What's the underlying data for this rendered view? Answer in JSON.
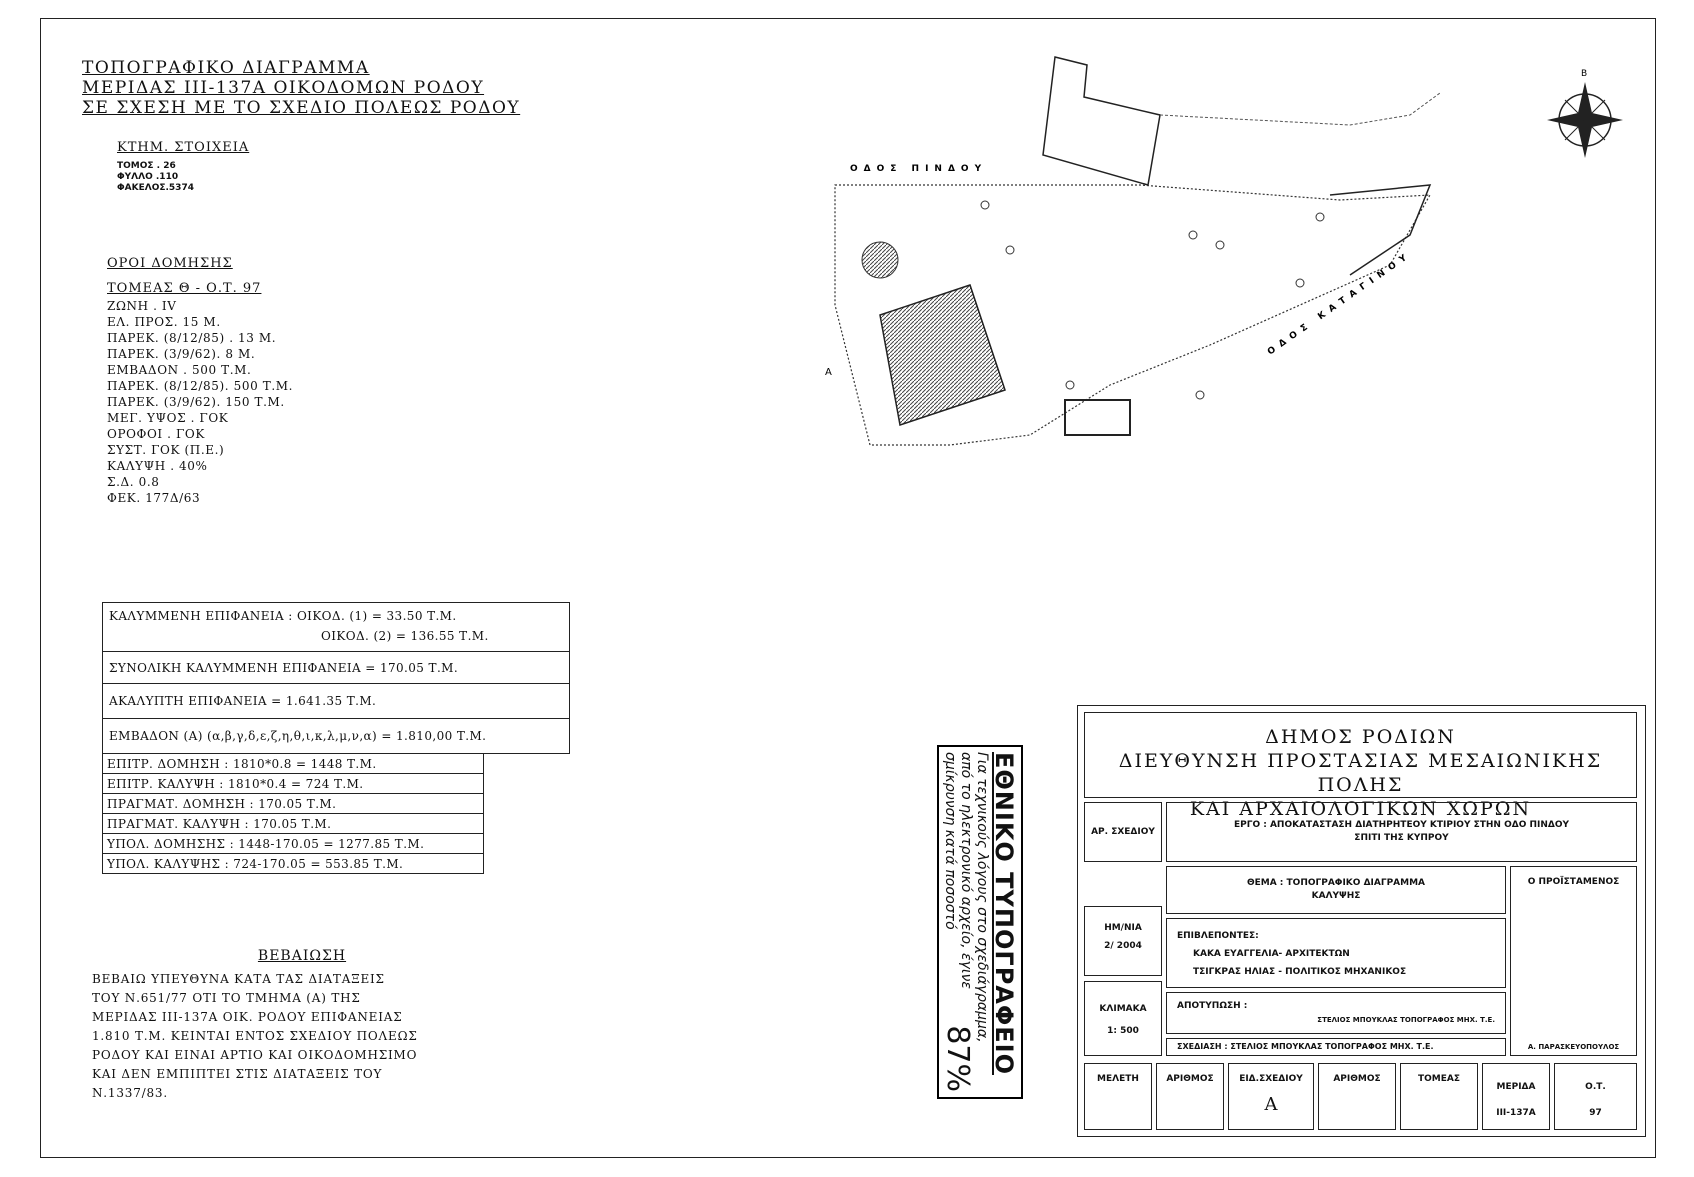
{
  "title": {
    "line1": "ΤΟΠΟΓΡΑΦΙΚΟ ΔΙΑΓΡΑΜΜΑ",
    "line2": "ΜΕΡΙΔΑΣ ΙΙΙ-137Α ΟΙΚΟΔΟΜΩΝ ΡΟΔΟΥ",
    "line3": "ΣΕ ΣΧΕΣΗ ΜΕ ΤΟ ΣΧΕΔΙΟ ΠΟΛΕΩΣ ΡΟΔΟΥ"
  },
  "ktim": {
    "heading": "ΚΤΗΜ. ΣΤΟΙΧΕΙΑ",
    "tomos": "ΤΟΜΟΣ . 26",
    "fyllo": "ΦΥΛΛΟ .110",
    "fakelos": "ΦΑΚΕΛΟΣ.5374"
  },
  "oroi": {
    "heading": "ΟΡΟΙ ΔΟΜΗΣΗΣ",
    "subheading": "ΤΟΜΕΑΣ Θ - Ο.Τ. 97",
    "lines": [
      "ΖΩΝΗ . IV",
      "ΕΛ. ΠΡΟΣ. 15 Μ.",
      "ΠΑΡΕΚ. (8/12/85) . 13 Μ.",
      "ΠΑΡΕΚ. (3/9/62). 8 Μ.",
      "ΕΜΒΑΔΟΝ . 500 Τ.Μ.",
      "ΠΑΡΕΚ. (8/12/85). 500 Τ.Μ.",
      "ΠΑΡΕΚ. (3/9/62). 150 Τ.Μ.",
      "ΜΕΓ. ΥΨΟΣ . ΓΟΚ",
      "ΟΡΟΦΟΙ . ΓΟΚ",
      "ΣΥΣΤ. ΓΟΚ (Π.Ε.)",
      "ΚΑΛΥΨΗ . 40%",
      "Σ.Δ. 0.8",
      "ΦΕΚ. 177Δ/63"
    ]
  },
  "areas": {
    "row1a": "ΚΑΛΥΜΜΕΝΗ ΕΠΙΦΑΝΕΙΑ : ΟΙΚΟΔ. (1) = 33.50 Τ.Μ.",
    "row1b": "ΟΙΚΟΔ. (2) = 136.55 Τ.Μ.",
    "row2": "ΣΥΝΟΛΙΚΗ ΚΑΛΥΜΜΕΝΗ ΕΠΙΦΑΝΕΙΑ = 170.05 Τ.Μ.",
    "row3": "ΑΚΑΛΥΠΤΗ ΕΠΙΦΑΝΕΙΑ = 1.641.35 Τ.Μ.",
    "row4": "ΕΜΒΑΔΟΝ (Α) (α,β,γ,δ,ε,ζ,η,θ,ι,κ,λ,μ,ν,α) = 1.810,00 Τ.Μ."
  },
  "calcs": [
    "ΕΠΙΤΡ. ΔΟΜΗΣΗ : 1810*0.8 = 1448 Τ.Μ.",
    "ΕΠΙΤΡ. ΚΑΛΥΨΗ : 1810*0.4 = 724 Τ.Μ.",
    "ΠΡΑΓΜΑΤ. ΔΟΜΗΣΗ : 170.05 Τ.Μ.",
    "ΠΡΑΓΜΑΤ. ΚΑΛΥΨΗ : 170.05 Τ.Μ.",
    "ΥΠΟΛ. ΔΟΜΗΣΗΣ : 1448-170.05 = 1277.85 Τ.Μ.",
    "ΥΠΟΛ. ΚΑΛΥΨΗΣ : 724-170.05 = 553.85 Τ.Μ."
  ],
  "cert": {
    "heading": "ΒΕΒΑΙΩΣΗ",
    "lines": [
      "ΒΕΒΑΙΩ ΥΠΕΥΘΥΝΑ ΚΑΤΑ ΤΑΣ ΔΙΑΤΑΞΕΙΣ",
      "ΤΟΥ Ν.651/77 ΟΤΙ ΤΟ ΤΜΗΜΑ (Α) ΤΗΣ",
      "ΜΕΡΙΔΑΣ ΙΙΙ-137Α ΟΙΚ. ΡΟΔΟΥ ΕΠΙΦΑΝΕΙΑΣ",
      "1.810 Τ.Μ. ΚΕΙΝΤΑΙ ΕΝΤΟΣ ΣΧΕΔΙΟΥ ΠΟΛΕΩΣ",
      "ΡΟΔΟΥ ΚΑΙ ΕΙΝΑΙ ΑΡΤΙΟ ΚΑΙ ΟΙΚΟΔΟΜΗΣΙΜΟ",
      "ΚΑΙ ΔΕΝ ΕΜΠΙΠΤΕΙ ΣΤΙΣ ΔΙΑΤΑΞΕΙΣ ΤΟΥ",
      "Ν.1337/83."
    ]
  },
  "stamp": {
    "title": "ΕΘΝΙΚΟ ΤΥΠΟΓΡΑΦΕΙΟ",
    "text1": "Για τεχνικούς λόγους στο σχεδιάγραμμα,",
    "text2": "από το ηλεκτρονικό αρχείο, έγινε",
    "text3": "σμίκρυνση κατά ποσοστό",
    "percent": "87%"
  },
  "map": {
    "street_pindou": "ΟΔΟΣ ΠΙΝΔΟΥ",
    "street_kataginou": "ΟΔΟΣ ΚΑΤΑΓΙΝΟΥ",
    "north": "Β",
    "label_a": "Α"
  },
  "titleblock": {
    "authority1": "ΔΗΜΟΣ ΡΟΔΙΩΝ",
    "authority2": "ΔΙΕΥΘΥΝΣΗ ΠΡΟΣΤΑΣΙΑΣ ΜΕΣΑΙΩΝΙΚΗΣ ΠΟΛΗΣ",
    "authority3": "ΚΑΙ ΑΡΧΑΙΟΛΟΓΙΚΩΝ ΧΩΡΩΝ",
    "ar_sxediou": "ΑΡ. ΣΧΕΔΙΟΥ",
    "ergo1": "ΕΡΓΟ : ΑΠΟΚΑΤΑΣΤΑΣΗ ΔΙΑΤΗΡΗΤΕΟΥ ΚΤΙΡΙΟΥ ΣΤΗΝ ΟΔΟ ΠΙΝΔΟΥ",
    "ergo2": "ΣΠΙΤΙ ΤΗΣ ΚΥΠΡΟΥ",
    "thema1": "ΘΕΜΑ : ΤΟΠΟΓΡΑΦΙΚΟ ΔΙΑΓΡΑΜΜΑ",
    "thema2": "ΚΑΛΥΨΗΣ",
    "proistamenos": "Ο ΠΡΟΪΣΤΑΜΕΝΟΣ",
    "hmnia_label": "ΗΜ/ΝΙΑ",
    "hmnia_value": "2/ 2004",
    "epivlepontes": "ΕΠΙΒΛΕΠΟΝΤΕΣ:",
    "ep1": "ΚΑΚΑ ΕΥΑΓΓΕΛΙΑ- ΑΡΧΙΤΕΚΤΩΝ",
    "ep2": "ΤΣΙΓΚΡΑΣ ΗΛΙΑΣ - ΠΟΛΙΤΙΚΟΣ ΜΗΧΑΝΙΚΟΣ",
    "klimaka_label": "ΚΛΙΜΑΚΑ",
    "klimaka_value": "1: 500",
    "apotyposi": "ΑΠΟΤΥΠΩΣΗ :",
    "apotyposi_name": "ΣΤΕΛΙΟΣ ΜΠΟΥΚΛΑΣ ΤΟΠΟΓΡΑΦΟΣ ΜΗΧ. Τ.Ε.",
    "sxediasi": "ΣΧΕΔΙΑΣΗ : ΣΤΕΛΙΟΣ ΜΠΟΥΚΛΑΣ ΤΟΠΟΓΡΑΦΟΣ ΜΗΧ. Τ.Ε.",
    "signatory": "Α. ΠΑΡΑΣΚΕΥΟΠΟΥΛΟΣ",
    "meleti": "ΜΕΛΕΤΗ",
    "arithmos1": "ΑΡΙΘΜΟΣ",
    "eid_sxediou": "ΕΙΔ.ΣΧΕΔΙΟΥ",
    "eid_value": "Α",
    "arithmos2": "ΑΡΙΘΜΟΣ",
    "tomeas": "ΤΟΜΕΑΣ",
    "merida_label": "ΜΕΡΙΔΑ",
    "merida_value": "ΙΙΙ-137Α",
    "ot_label": "Ο.Τ.",
    "ot_value": "97"
  }
}
